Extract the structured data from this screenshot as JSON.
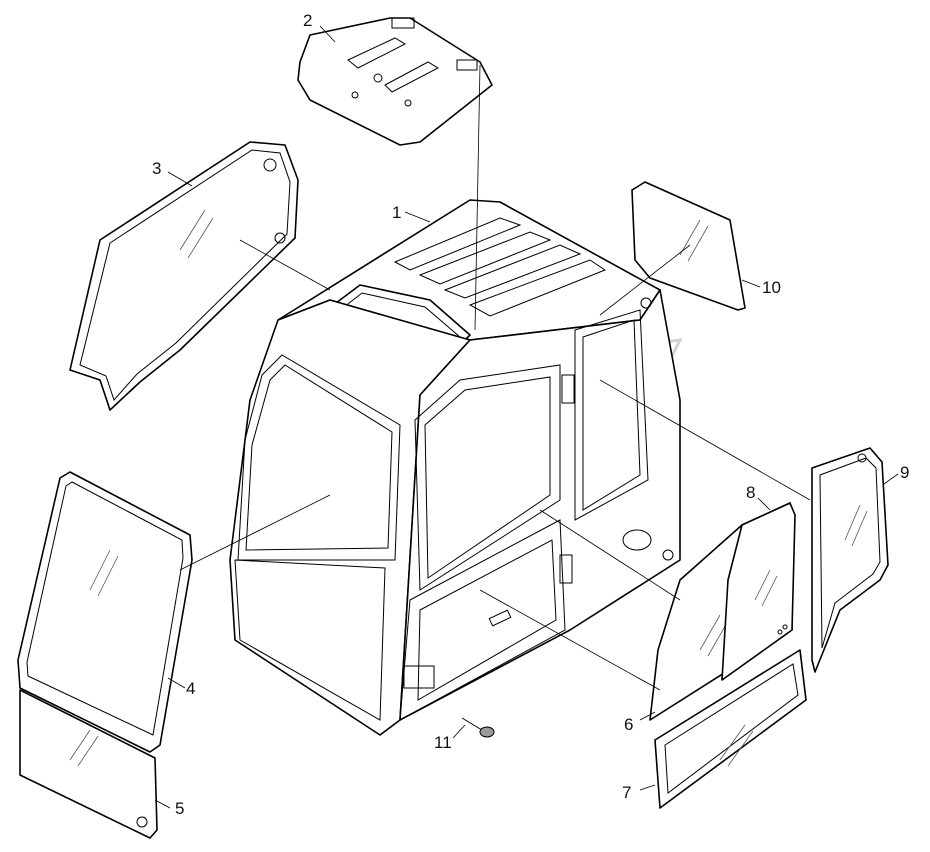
{
  "diagram": {
    "callouts": [
      {
        "id": "1",
        "label": "1"
      },
      {
        "id": "2",
        "label": "2"
      },
      {
        "id": "3",
        "label": "3"
      },
      {
        "id": "4",
        "label": "4"
      },
      {
        "id": "5",
        "label": "5"
      },
      {
        "id": "6",
        "label": "6"
      },
      {
        "id": "7",
        "label": "7"
      },
      {
        "id": "8",
        "label": "8"
      },
      {
        "id": "9",
        "label": "9"
      },
      {
        "id": "10",
        "label": "10"
      },
      {
        "id": "11",
        "label": "11"
      }
    ],
    "parts": [
      {
        "callout": "1",
        "name": "cab-body"
      },
      {
        "callout": "2",
        "name": "roof-hatch"
      },
      {
        "callout": "3",
        "name": "upper-front-glass"
      },
      {
        "callout": "4",
        "name": "left-window-glass"
      },
      {
        "callout": "5",
        "name": "lower-left-glass"
      },
      {
        "callout": "6",
        "name": "door-window-glass"
      },
      {
        "callout": "7",
        "name": "lower-door-glass"
      },
      {
        "callout": "8",
        "name": "right-window-glass"
      },
      {
        "callout": "9",
        "name": "rear-right-glass"
      },
      {
        "callout": "10",
        "name": "rear-glass"
      },
      {
        "callout": "11",
        "name": "key"
      }
    ]
  }
}
